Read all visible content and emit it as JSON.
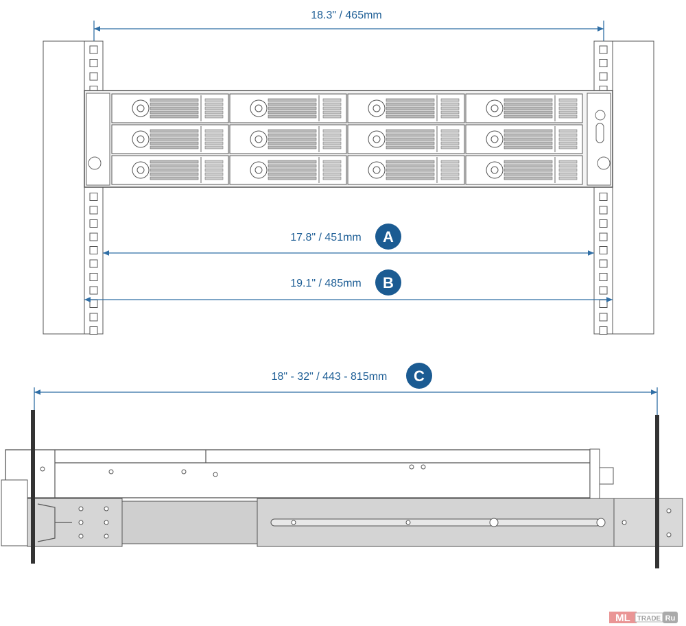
{
  "dimensions": {
    "top_width": "18.3\" / 465mm",
    "a": {
      "label": "17.8\" / 451mm",
      "badge": "A"
    },
    "b": {
      "label": "19.1\" / 485mm",
      "badge": "B"
    },
    "c": {
      "label": "18\" - 32\" / 443 - 815mm",
      "badge": "C"
    }
  },
  "drive_bays": {
    "columns": 4,
    "rows": 3
  },
  "colors": {
    "accent": "#1f5f96",
    "badge": "#1b5b92",
    "rail": "#d4d4d4"
  },
  "watermark": {
    "brand": "ML",
    "text": "TRADE",
    "suffix": "Ru"
  }
}
